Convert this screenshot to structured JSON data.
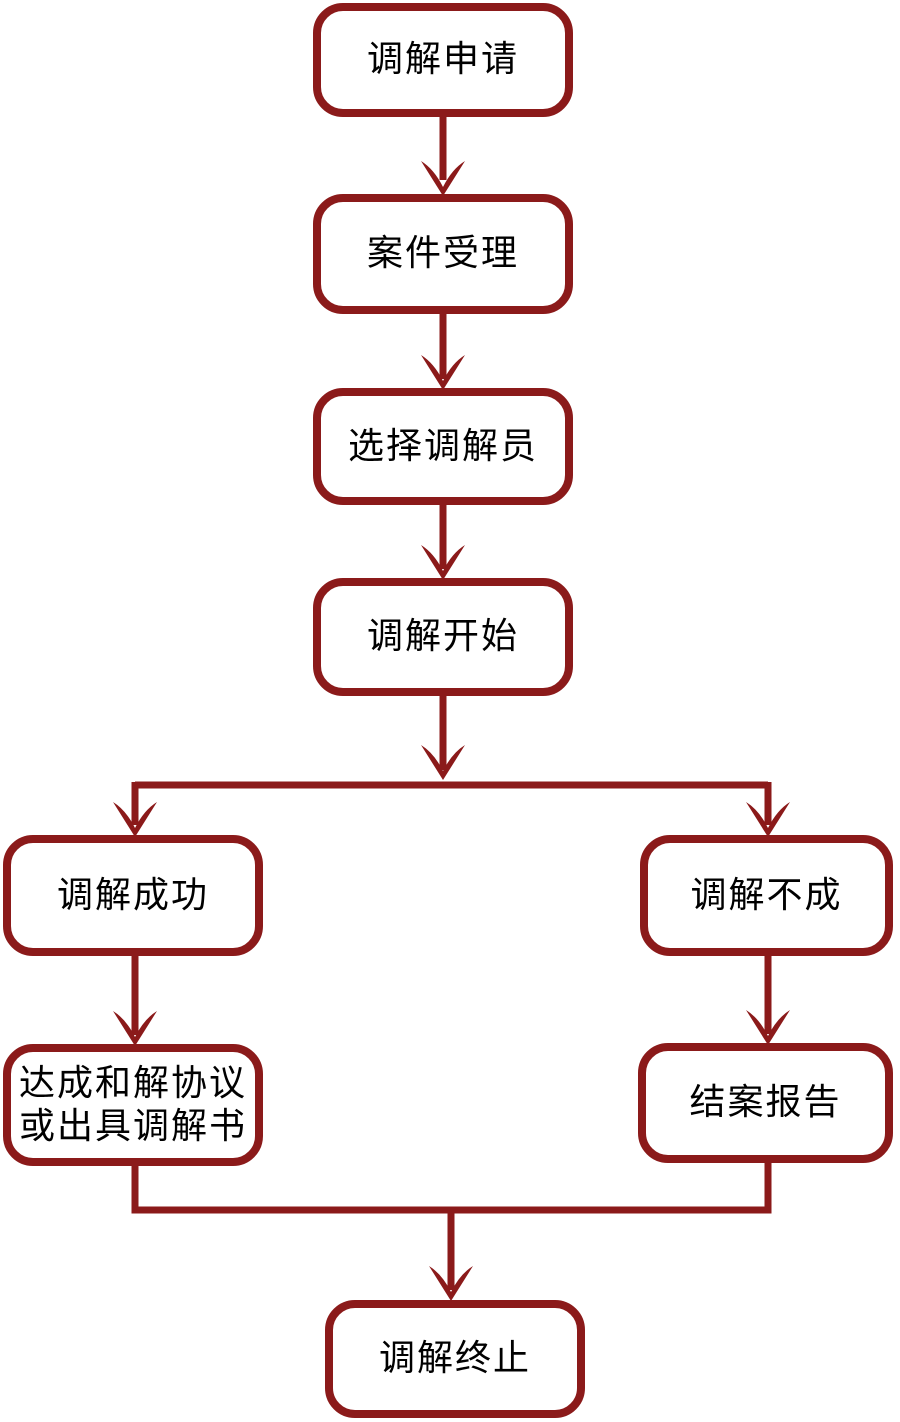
{
  "diagram": {
    "type": "flowchart",
    "language": "zh-CN",
    "colors": {
      "line": "#8B1A1A",
      "box_border": "#8B1A1A",
      "box_fill": "#FFFFFF",
      "text": "#000000",
      "background": "#FFFFFF"
    },
    "nodes": [
      {
        "id": "apply",
        "label": "调解申请"
      },
      {
        "id": "accept",
        "label": "案件受理"
      },
      {
        "id": "select",
        "label": "选择调解员"
      },
      {
        "id": "start",
        "label": "调解开始"
      },
      {
        "id": "success",
        "label": "调解成功"
      },
      {
        "id": "fail",
        "label": "调解不成"
      },
      {
        "id": "agreement",
        "label": "达成和解协议或出具调解书",
        "line1": "达成和解协议",
        "line2": "或出具调解书"
      },
      {
        "id": "report",
        "label": "结案报告"
      },
      {
        "id": "end",
        "label": "调解终止"
      }
    ],
    "edges": [
      {
        "from": "调解申请",
        "to": "案件受理"
      },
      {
        "from": "案件受理",
        "to": "选择调解员"
      },
      {
        "from": "选择调解员",
        "to": "调解开始"
      },
      {
        "from": "调解开始",
        "to": "调解成功"
      },
      {
        "from": "调解开始",
        "to": "调解不成"
      },
      {
        "from": "调解成功",
        "to": "达成和解协议或出具调解书"
      },
      {
        "from": "调解不成",
        "to": "结案报告"
      },
      {
        "from": "达成和解协议或出具调解书",
        "to": "调解终止"
      },
      {
        "from": "结案报告",
        "to": "调解终止"
      }
    ]
  }
}
